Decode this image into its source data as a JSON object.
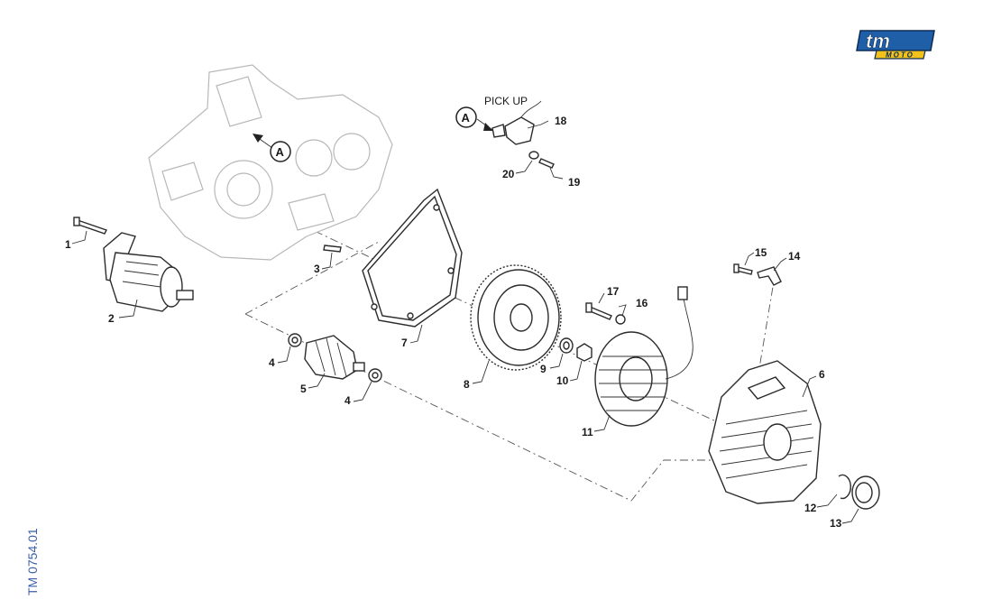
{
  "brand": {
    "logo_main": "tm",
    "logo_sub": "MOTO",
    "blue": "#1f5fa8",
    "yellow": "#f2c21b"
  },
  "reference_code": "TM 0754.01",
  "pickup_title": "PICK UP",
  "callout_letter": "A",
  "part_numbers": [
    "1",
    "2",
    "3",
    "4",
    "4",
    "5",
    "6",
    "7",
    "8",
    "9",
    "10",
    "11",
    "12",
    "13",
    "14",
    "15",
    "16",
    "17",
    "18",
    "19",
    "20"
  ]
}
